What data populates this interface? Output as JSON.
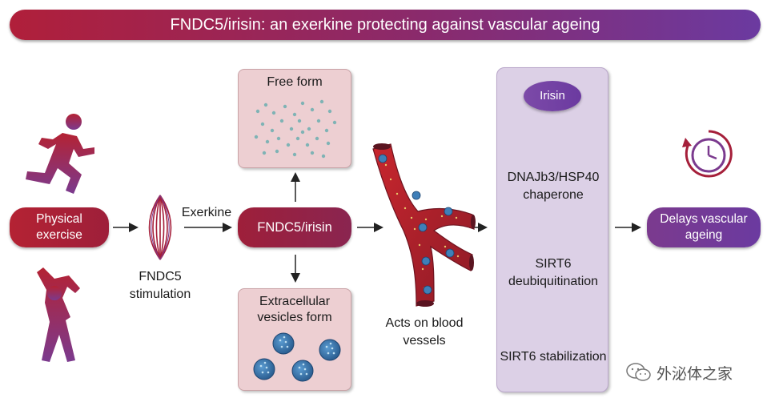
{
  "title": "FNDC5/irisin: an exerkine protecting against vascular ageing",
  "inputs": {
    "physical_exercise": "Physical exercise",
    "fndc5_stimulation": "FNDC5 stimulation",
    "exerkine": "Exerkine"
  },
  "center": {
    "fndc5_irisin": "FNDC5/irisin",
    "free_form": "Free form",
    "vesicles_form": "Extracellular vesicles form"
  },
  "vessels": {
    "acts_on": "Acts on blood vessels"
  },
  "pathway": {
    "irisin": "Irisin",
    "step1": "DNAJb3/HSP40 chaperone",
    "step2": "SIRT6 deubiquitination",
    "step3": "SIRT6 stabilization"
  },
  "outcome": {
    "delays": "Delays vascular ageing"
  },
  "watermark": {
    "text": "外泌体之家"
  },
  "colors": {
    "crimson": "#a51f3a",
    "purple": "#6b3aa0",
    "pink_box": "#edcfd2",
    "lavender_panel": "#dcd0e6",
    "vesicle_blue": "#3f7fb8",
    "dot_teal": "#7fb3b5"
  }
}
